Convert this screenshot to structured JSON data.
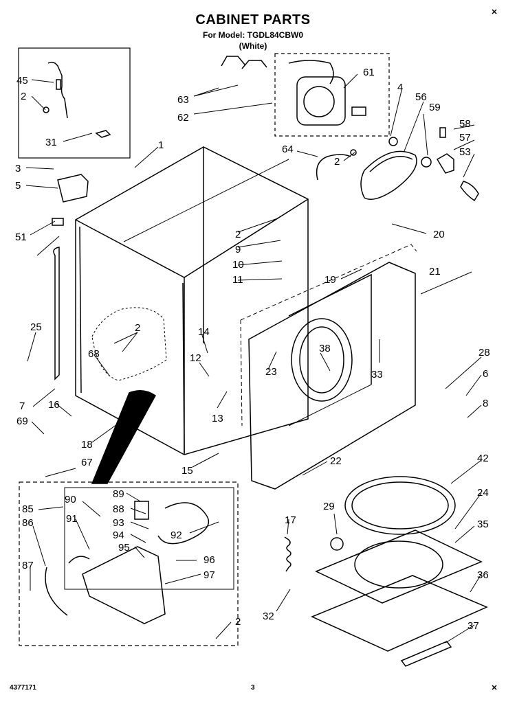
{
  "header": {
    "title": "CABINET PARTS",
    "model_line": "For Model: TGDL84CBW0",
    "color_line": "(White)"
  },
  "footer": {
    "doc_number": "4377171",
    "page_number": "3"
  },
  "callouts": [
    "45",
    "2",
    "31",
    "63",
    "62",
    "61",
    "4",
    "56",
    "59",
    "58",
    "57",
    "53",
    "1",
    "3",
    "5",
    "64",
    "2",
    "2",
    "51",
    "9",
    "10",
    "11",
    "20",
    "19",
    "21",
    "25",
    "2",
    "68",
    "14",
    "12",
    "38",
    "23",
    "33",
    "28",
    "6",
    "8",
    "7",
    "16",
    "69",
    "18",
    "13",
    "15",
    "22",
    "67",
    "42",
    "24",
    "35",
    "85",
    "90",
    "89",
    "88",
    "91",
    "93",
    "94",
    "95",
    "92",
    "96",
    "97",
    "86",
    "87",
    "17",
    "29",
    "36",
    "32",
    "2",
    "37"
  ]
}
